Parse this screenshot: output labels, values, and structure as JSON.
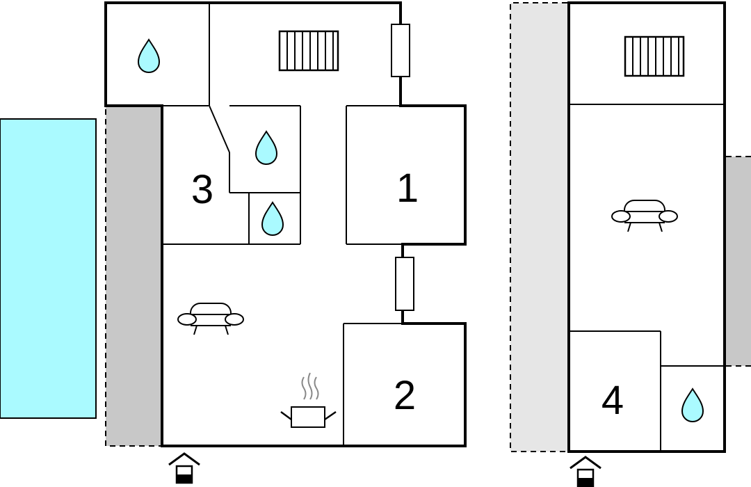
{
  "floorplan": {
    "rooms": [
      {
        "id": "room-1",
        "label": "1",
        "type": "bedroom"
      },
      {
        "id": "room-2",
        "label": "2",
        "type": "bedroom"
      },
      {
        "id": "room-3",
        "label": "3",
        "type": "bedroom"
      },
      {
        "id": "room-4",
        "label": "4",
        "type": "bedroom"
      }
    ],
    "icons": [
      "water-drop-icon",
      "radiator-icon",
      "sofa-icon",
      "cooking-pot-icon",
      "entrance-icon",
      "window-icon"
    ],
    "colors": {
      "pool": "#aafaff",
      "water_drop": "#aafaff",
      "terrace": "#c8c8c8",
      "light_terrace": "#e6e6e6",
      "wall": "#000000"
    }
  }
}
